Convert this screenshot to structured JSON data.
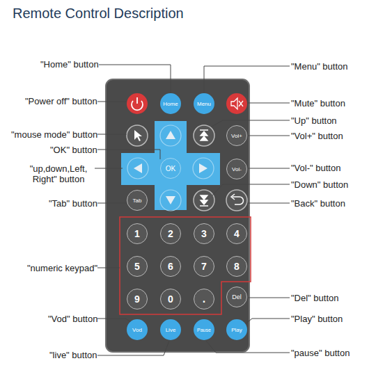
{
  "diagram": {
    "title": "Remote Control Description",
    "nodes": [
      {
        "text": [
          "Home"
        ]
      },
      {
        "text": [
          "Menu"
        ]
      },
      {
        "text": [
          "Vol+"
        ]
      },
      {
        "text": [
          "OK"
        ]
      },
      {
        "text": [
          "Vol-"
        ]
      },
      {
        "text": [
          "Tab"
        ]
      },
      {
        "text": [
          "1"
        ]
      },
      {
        "text": [
          "2"
        ]
      },
      {
        "text": [
          "3"
        ]
      },
      {
        "text": [
          "4"
        ]
      },
      {
        "text": [
          "5"
        ]
      },
      {
        "text": [
          "6"
        ]
      },
      {
        "text": [
          "7"
        ]
      },
      {
        "text": [
          "8"
        ]
      },
      {
        "text": [
          "9"
        ]
      },
      {
        "text": [
          "0"
        ]
      },
      {
        "text": [
          "."
        ]
      },
      {
        "text": [
          "Del"
        ]
      },
      {
        "text": [
          "Vod"
        ]
      },
      {
        "text": [
          "Live"
        ]
      },
      {
        "text": [
          "Pause"
        ]
      },
      {
        "text": [
          "Play"
        ]
      }
    ],
    "labels": [
      "\"Home\" button",
      "\"Menu\" button",
      "\"Power off\" button",
      "\"Mute\" button",
      "\"Up\" button",
      "\"mouse mode\" button",
      "\"Vol+\" button",
      "\"OK\" button",
      "\"up,down,Left, Right\" button",
      "\"Vol-\" button",
      "\"Down\" button",
      "\"Tab\" button",
      "\"Back\" button",
      "\"numeric keypad\"",
      "\"Del\" button",
      "\"Vod\" button",
      "\"Play\" button",
      "\"live\" button",
      "\"pause\" button"
    ]
  }
}
